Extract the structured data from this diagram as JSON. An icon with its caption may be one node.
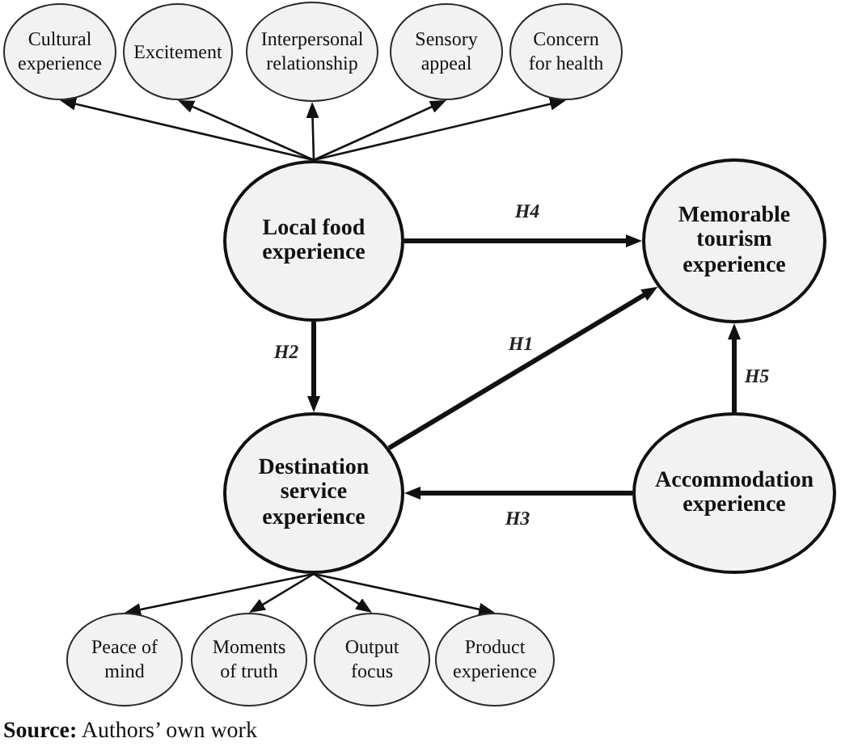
{
  "diagram": {
    "caption": "**Source:** Authors’ own work",
    "nodes": [
      {
        "text": [
          "Cultural experience"
        ]
      },
      {
        "text": [
          "Excitement"
        ]
      },
      {
        "text": [
          "Interpersonal relationship"
        ]
      },
      {
        "text": [
          "Sensory appeal"
        ]
      },
      {
        "text": [
          "Concern for health"
        ]
      },
      {
        "text": [
          "Local food experience"
        ]
      },
      {
        "text": [
          "Memorable tourism experience"
        ]
      },
      {
        "text": [
          "Destination service experience"
        ]
      },
      {
        "text": [
          "Accommodation experience"
        ]
      },
      {
        "text": [
          "Peace of mind"
        ]
      },
      {
        "text": [
          "Moments of truth"
        ]
      },
      {
        "text": [
          "Output focus"
        ]
      },
      {
        "text": [
          "Product experience"
        ]
      }
    ],
    "edges": [
      {
        "from": 5,
        "to": 0,
        "arrow": "to"
      },
      {
        "from": 5,
        "to": 1,
        "arrow": "to"
      },
      {
        "from": 5,
        "to": 2,
        "arrow": "to"
      },
      {
        "from": 5,
        "to": 3,
        "arrow": "to"
      },
      {
        "from": 5,
        "to": 4,
        "arrow": "to"
      },
      {
        "from": 5,
        "to": 6,
        "arrow": "to",
        "label": "H4",
        "style": "thick"
      },
      {
        "from": 5,
        "to": 7,
        "arrow": "to",
        "label": "H2",
        "style": "thick"
      },
      {
        "from": 7,
        "to": 6,
        "arrow": "to",
        "label": "H1",
        "style": "thick"
      },
      {
        "from": 8,
        "to": 6,
        "arrow": "to",
        "label": "H5",
        "style": "thick"
      },
      {
        "from": 8,
        "to": 7,
        "arrow": "to",
        "label": "H3",
        "style": "thick"
      },
      {
        "from": 7,
        "to": 9,
        "arrow": "to"
      },
      {
        "from": 7,
        "to": 10,
        "arrow": "to"
      },
      {
        "from": 7,
        "to": 11,
        "arrow": "to"
      },
      {
        "from": 7,
        "to": 12,
        "arrow": "to"
      }
    ]
  }
}
